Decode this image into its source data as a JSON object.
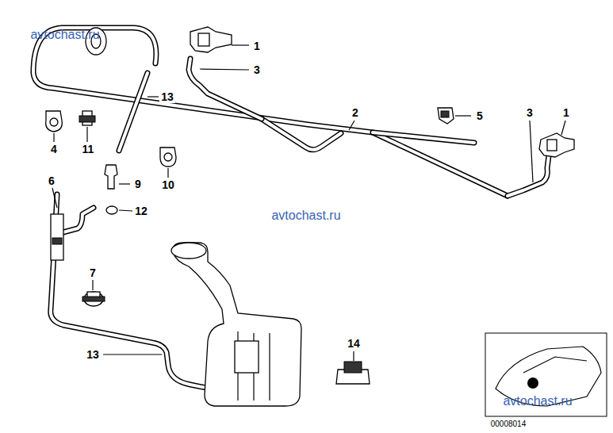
{
  "diagram": {
    "labels": [
      "avtochast.ru",
      "1",
      "3",
      "13",
      "2",
      "5",
      "3",
      "1",
      "4",
      "11",
      "10",
      "9",
      "6",
      "12",
      "avtochast.ru",
      "7",
      "13",
      "14",
      "avtochast.ru",
      "00008014"
    ]
  }
}
